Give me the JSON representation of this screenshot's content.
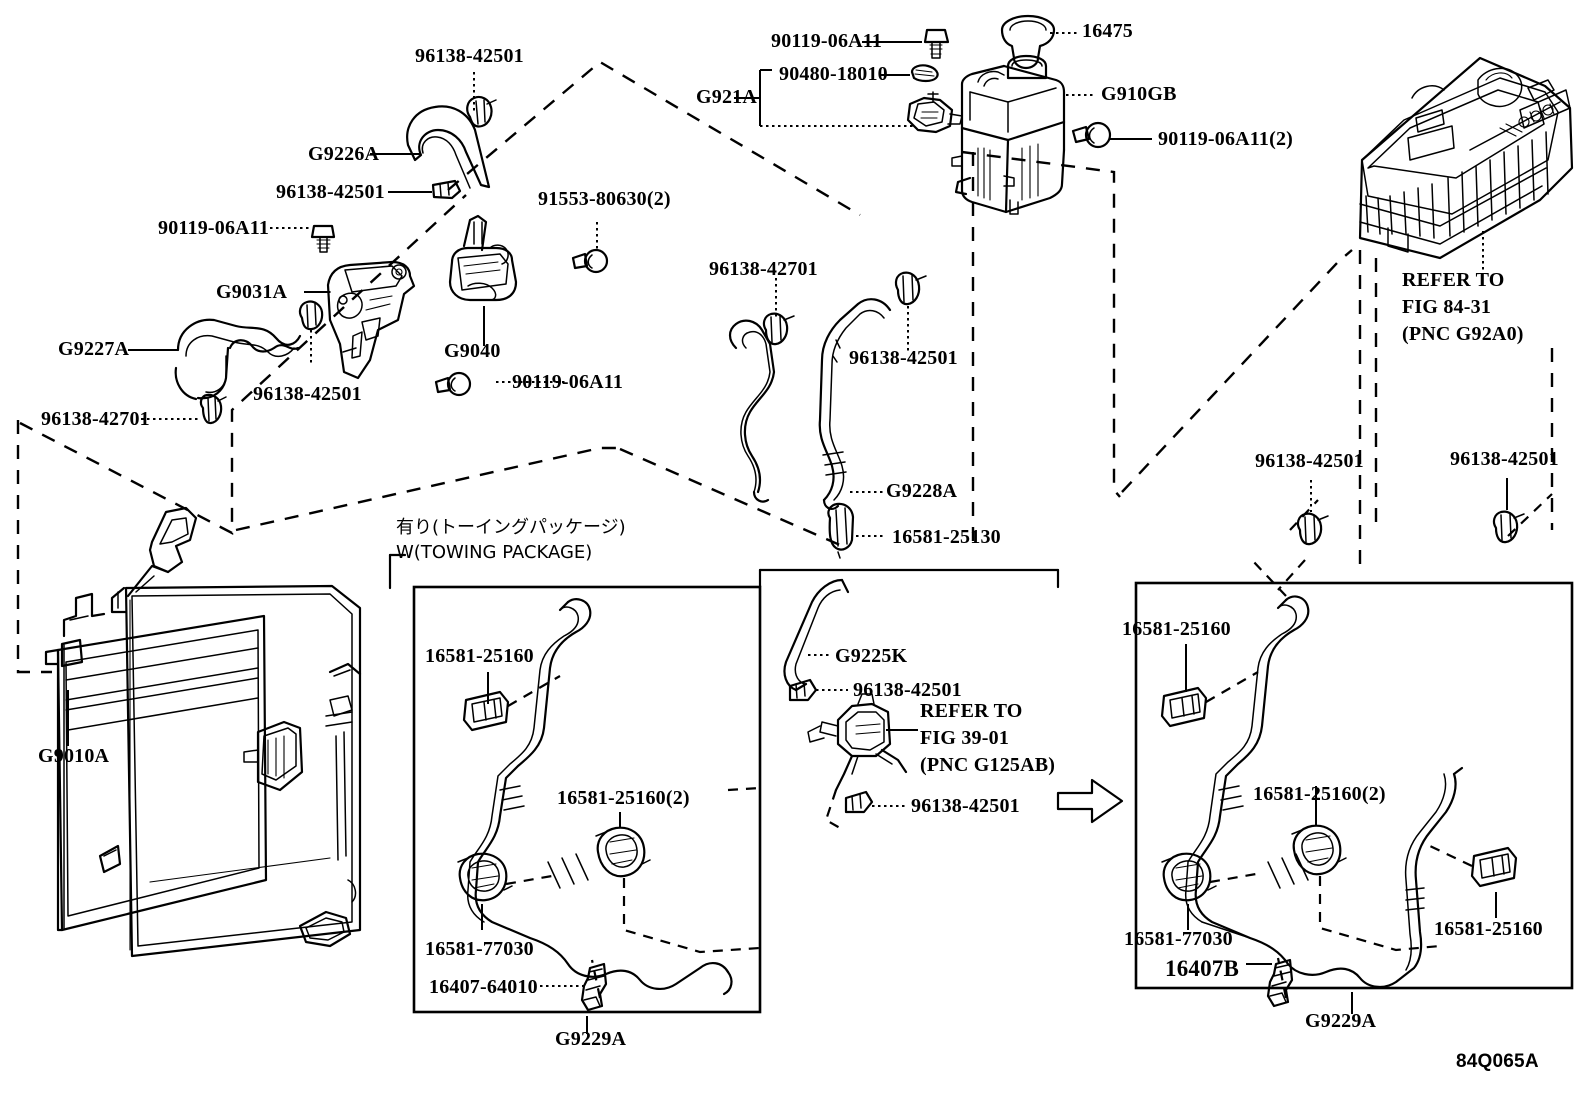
{
  "diagram": {
    "figure_code": "84Q065A",
    "towing_note_jp": "有り(トーイングパッケージ)",
    "towing_note_en": "W(TOWING PACKAGE)",
    "refer_fig_8431": "REFER TO\nFIG 84-31\n(PNC G92A0)",
    "refer_fig_3901": "REFER TO\nFIG 39-01\n(PNC G125AB)"
  },
  "labels": {
    "clip_96138_42501_top": "96138-42501",
    "hose_g9226a": "G9226A",
    "clip_96138_42501_b": "96138-42501",
    "bolt_90119_06a11_left": "90119-06A11",
    "bracket_g9031a": "G9031A",
    "sensor_91553_80630_2": "91553-80630(2)",
    "valve_g9040": "G9040",
    "bolt_90119_06a11_g9040": "90119-06A11",
    "hose_g9227a": "G9227A",
    "clip_96138_42501_g9227a": "96138-42501",
    "clip_96138_42701_left": "96138-42701",
    "clip_96138_42701_mid": "96138-42701",
    "clip_96138_42501_mid": "96138-42501",
    "hose_g9228a": "G9228A",
    "clamp_16581_25130": "16581-25130",
    "bolt_90119_06a11_tank": "90119-06A11",
    "grommet_90480_18010": "90480-18010",
    "bracket_g921a": "G921A",
    "cap_16475": "16475",
    "tank_g910gb": "G910GB",
    "bolt_90119_06a11_2": "90119-06A11(2)",
    "radiator_g9010a": "G9010A",
    "hose_g9225k": "G9225K",
    "clip_96138_42501_g9225k": "96138-42501",
    "clip_96138_42501_valve": "96138-42501",
    "clip_96138_42501_r1": "96138-42501",
    "clip_96138_42501_r2": "96138-42501",
    "box_left": {
      "clamp_16581_25160": "16581-25160",
      "clamp_16581_25160_2": "16581-25160(2)",
      "clamp_16581_77030": "16581-77030",
      "drain_16407_64010": "16407-64010",
      "hose_g9229a": "G9229A"
    },
    "box_right": {
      "clamp_16581_25160_tl": "16581-25160",
      "clamp_16581_25160_2": "16581-25160(2)",
      "clamp_16581_77030": "16581-77030",
      "drain_16407b": "16407B",
      "clamp_16581_25160_br": "16581-25160",
      "hose_g9229a": "G9229A"
    }
  },
  "colors": {
    "line": "#000000",
    "background": "#ffffff"
  }
}
